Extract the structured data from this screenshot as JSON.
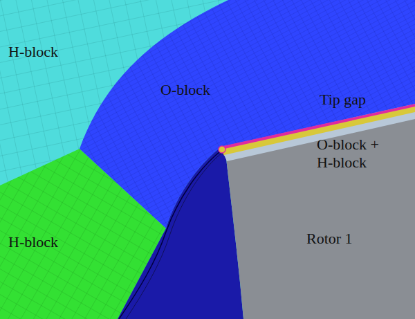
{
  "diagram": {
    "labels": [
      "H-block",
      "O-block",
      "Tip gap",
      "O-block + H-block",
      "H-block",
      "Rotor 1"
    ]
  }
}
